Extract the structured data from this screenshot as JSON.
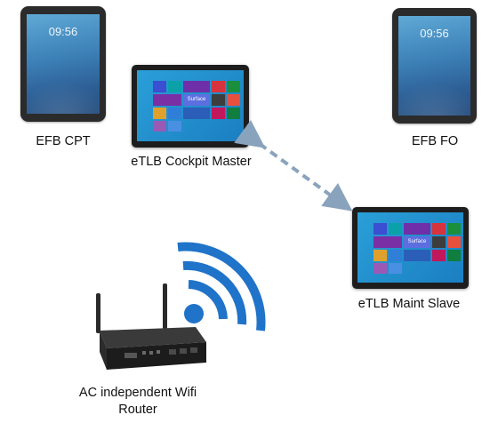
{
  "devices": {
    "efb_cpt": {
      "label": "EFB CPT",
      "clock": "09:56"
    },
    "efb_fo": {
      "label": "EFB FO",
      "clock": "09:56"
    },
    "etlb_master": {
      "label": "eTLB Cockpit Master",
      "tile_text": "Surface"
    },
    "etlb_slave": {
      "label": "eTLB Maint Slave",
      "tile_text": "Surface"
    },
    "router": {
      "label_line1": "AC independent Wifi",
      "label_line2": "Router"
    }
  },
  "colors": {
    "wifi_blue": "#1f73c9",
    "link_arrow": "#8aa3bd"
  },
  "link": {
    "type": "bidirectional-dashed-arrow",
    "from": "eTLB Cockpit Master",
    "to": "eTLB Maint Slave"
  }
}
